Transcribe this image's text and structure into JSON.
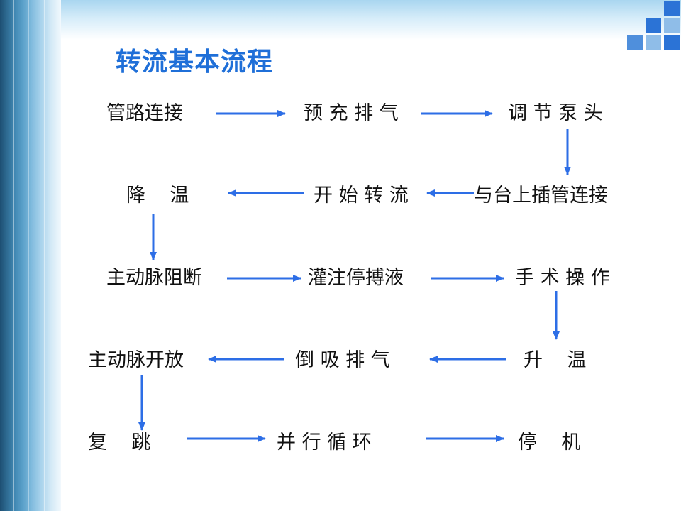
{
  "slide": {
    "title": "转流基本流程",
    "accent_color": "#1f6fd8",
    "arrow_color": "#2d6ee6"
  },
  "flow": {
    "steps": [
      "管路连接",
      "预 充 排 气",
      "调 节 泵 头",
      "与台上插管连接",
      "开 始 转 流",
      "降    温",
      "主动脉阻断",
      "灌注停搏液",
      "手 术 操 作",
      "升    温",
      "倒 吸 排 气",
      "主动脉开放",
      "复    跳",
      "并 行 循 环",
      "停    机"
    ],
    "links": [
      {
        "from": 0,
        "to": 1,
        "direction": "right"
      },
      {
        "from": 1,
        "to": 2,
        "direction": "right"
      },
      {
        "from": 2,
        "to": 3,
        "direction": "down"
      },
      {
        "from": 3,
        "to": 4,
        "direction": "left"
      },
      {
        "from": 4,
        "to": 5,
        "direction": "left"
      },
      {
        "from": 5,
        "to": 6,
        "direction": "down"
      },
      {
        "from": 6,
        "to": 7,
        "direction": "right"
      },
      {
        "from": 7,
        "to": 8,
        "direction": "right"
      },
      {
        "from": 8,
        "to": 9,
        "direction": "down"
      },
      {
        "from": 9,
        "to": 10,
        "direction": "left"
      },
      {
        "from": 10,
        "to": 11,
        "direction": "left"
      },
      {
        "from": 11,
        "to": 12,
        "direction": "down"
      },
      {
        "from": 12,
        "to": 13,
        "direction": "right"
      },
      {
        "from": 13,
        "to": 14,
        "direction": "right"
      }
    ]
  }
}
